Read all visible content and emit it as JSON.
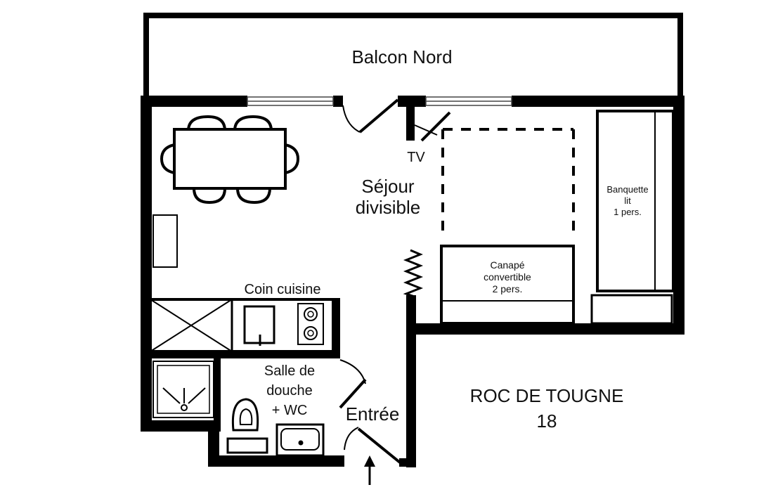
{
  "plan": {
    "balcony": "Balcon Nord",
    "living_line1": "Séjour",
    "living_line2": "divisible",
    "tv": "TV",
    "sofa_bed": {
      "line1": "Banquette",
      "line2": "lit",
      "line3": "1 pers."
    },
    "sofa": {
      "line1": "Canapé",
      "line2": "convertible",
      "line3": "2 pers."
    },
    "kitchen": "Coin cuisine",
    "bathroom": {
      "line1": "Salle de",
      "line2": "douche",
      "line3": "+ WC"
    },
    "entrance": "Entrée",
    "residence": {
      "name": "ROC DE TOUGNE",
      "number": "18"
    }
  },
  "colors": {
    "wall": "#000000",
    "background": "#ffffff",
    "window": "#9a9a9a"
  }
}
